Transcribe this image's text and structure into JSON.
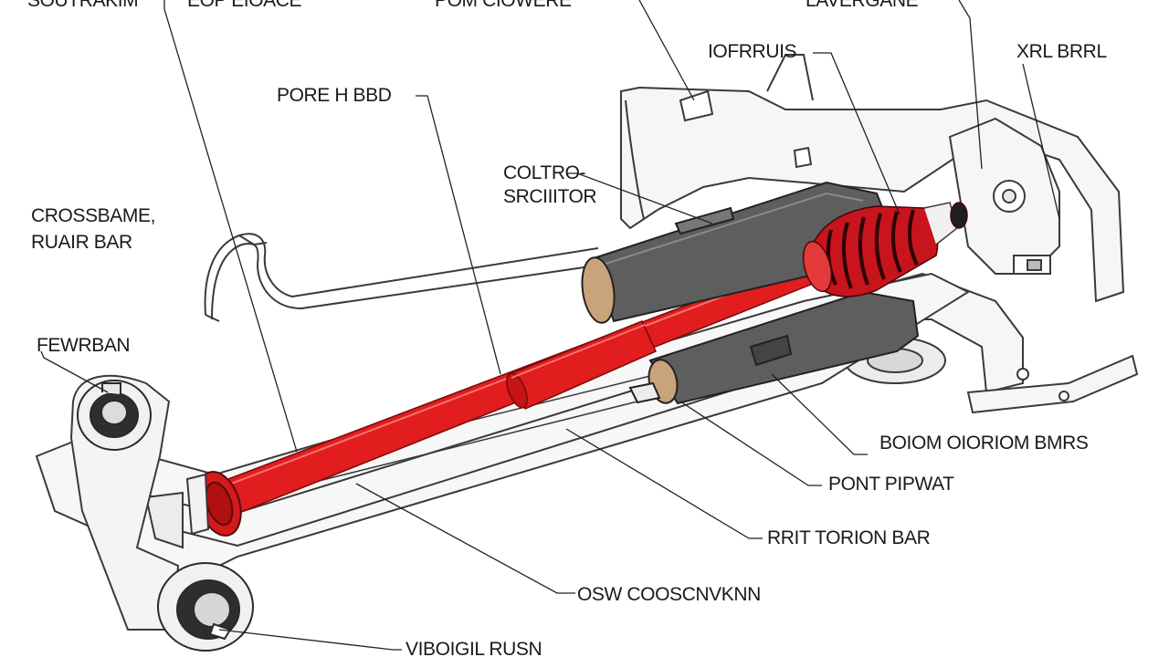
{
  "colors": {
    "torsion_bar": "#e11d1d",
    "boot": "#c8141c",
    "housing": "#5e5e5e",
    "tan": "#c9a37a",
    "line": "#222222",
    "outline": "#3a3a3a"
  },
  "labels": {
    "top_left_a": "SOUTRAKIM",
    "top_left_b": "EOP EIOACE",
    "top_center": "POM CIOWERE",
    "top_right": "LAVERGANE",
    "oferuis": "IOFRRUIS",
    "xrl_brrl": "XRL BRRL",
    "pore_h_bed": "PORE H BBD",
    "coltro_1": "COLTRO-",
    "coltro_2": "SRCIIITOR",
    "crossbar_1": "CROSSBAME,",
    "crossbar_2": "RUAIR BAR",
    "fewrban": "FEWRBAN",
    "bolom": "BOIOM OIORIOM BMRS",
    "pont_pirpat": "PONT PIPWAT",
    "rrit_torion": "RRIT TORION BAR",
    "osw_coosk": "OSW COOSCNVKNN",
    "viboigil": "VIBOIGIL RUSN"
  }
}
